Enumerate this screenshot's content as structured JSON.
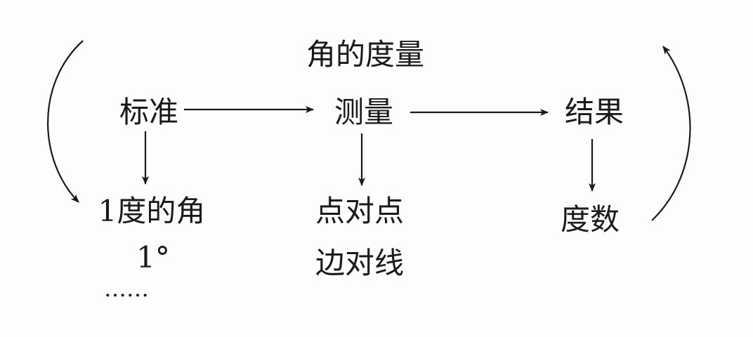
{
  "diagram": {
    "title": "角的度量",
    "nodes": {
      "standard": "标准",
      "measure": "测量",
      "result": "结果",
      "one_degree_angle": "1度的角",
      "one_degree": "1°",
      "ellipsis": "……",
      "point_to_point": "点对点",
      "edge_to_line": "边对线",
      "degrees": "度数"
    }
  }
}
